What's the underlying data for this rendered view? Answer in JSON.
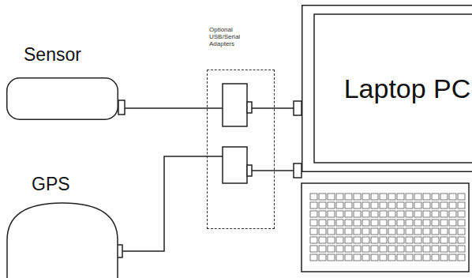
{
  "diagram": {
    "nodes": [
      {
        "text": [
          "Sensor"
        ]
      },
      {
        "text": [
          "Optional USB/Serial Adapters"
        ]
      },
      {
        "text": [
          "Laptop PC"
        ]
      },
      {
        "text": [
          "GPS"
        ]
      }
    ],
    "edges": [
      {
        "from": 0,
        "to": 2,
        "arrow": "none"
      },
      {
        "from": 3,
        "to": 2,
        "arrow": "none"
      }
    ]
  }
}
